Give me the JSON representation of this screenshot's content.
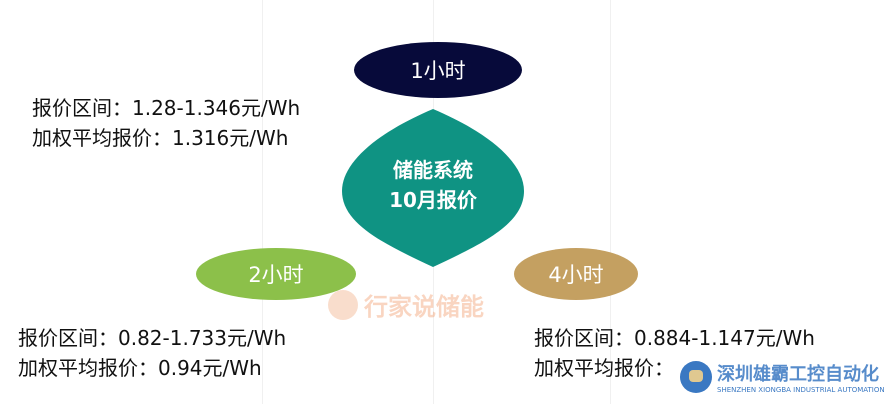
{
  "center": {
    "line1": "储能系统",
    "line2": "10月报价"
  },
  "durations": [
    {
      "label": "1小时",
      "color": "#070a3a",
      "range": "报价区间：1.28-1.346元/Wh",
      "weighted": "加权平均报价：1.316元/Wh"
    },
    {
      "label": "2小时",
      "color": "#8cc04a",
      "range": "报价区间：0.82-1.733元/Wh",
      "weighted": "加权平均报价：0.94元/Wh"
    },
    {
      "label": "4小时",
      "color": "#c4a061",
      "range": "报价区间：0.884-1.147元/Wh",
      "weighted": "加权平均报价："
    }
  ],
  "center_color": "#0f9383",
  "watermark": "行家说储能",
  "logo": {
    "cn": "深圳雄霸工控自动化",
    "en": "SHENZHEN XIONGBA INDUSTRIAL AUTOMATION"
  }
}
